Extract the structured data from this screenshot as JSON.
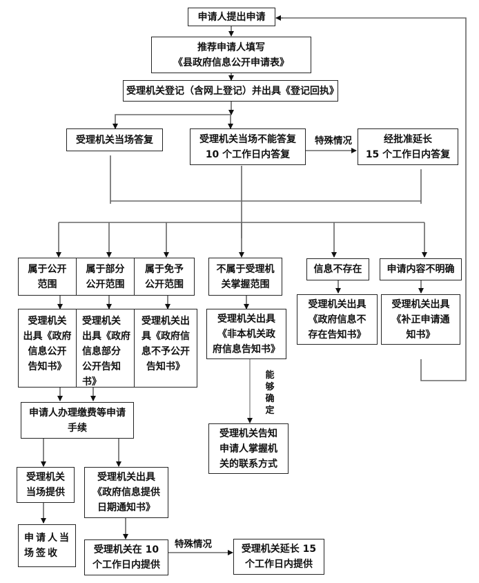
{
  "title": "政府信息公开申请流程图",
  "nodes": {
    "submit": "申请人提出申请",
    "fill_form": "推荐申请人填写\n《县政府信息公开申请表》",
    "register": "受理机关登记（含网上登记）并出具《登记回执》",
    "reply_onsite": "受理机关当场答复",
    "reply_10days": "受理机关当场不能答复\n10 个工作日内答复",
    "reply_15days": "经批准延长\n15 个工作日内答复",
    "cat_public": "属于公开\n范围",
    "cat_partial": "属于部分\n公开范围",
    "cat_exempt": "属于免予\n公开范围",
    "cat_not_held": "不属于受理机\n关掌握范围",
    "cat_not_exist": "信息不存在",
    "cat_unclear": "申请内容不明确",
    "notice_public": "受理机关\n出具《政府\n信息公开\n告知书》",
    "notice_partial": "受理机关\n出具《政府\n信息部分\n公开告知\n书》",
    "notice_exempt": "受理机关出\n具《政府信\n息不予公开\n告知书》",
    "notice_not_held": "受理机关出具\n《非本机关政\n府信息告知书》",
    "notice_not_exist": "受理机关出具\n《政府信息不\n存在告知书》",
    "notice_correct": "受理机关出具\n《补正申请通\n知书》",
    "fee": "申请人办理缴费等申请\n手续",
    "provide_onsite": "受理机关\n当场提供",
    "provide_date_notice": "受理机关出具\n《政府信息提供\n日期通知书》",
    "inform_contact": "受理机关告知\n申请人掌握机\n关的联系方式",
    "sign_onsite": "申请人当\n场签收",
    "provide_10days": "受理机关在 10\n个工作日内提供",
    "provide_15days": "受理机关延长 15\n个工作日内提供"
  },
  "edge_labels": {
    "special_case_top": "特殊情况",
    "can_determine": "能\n够\n确\n定",
    "special_case_bottom": "特殊情况"
  }
}
